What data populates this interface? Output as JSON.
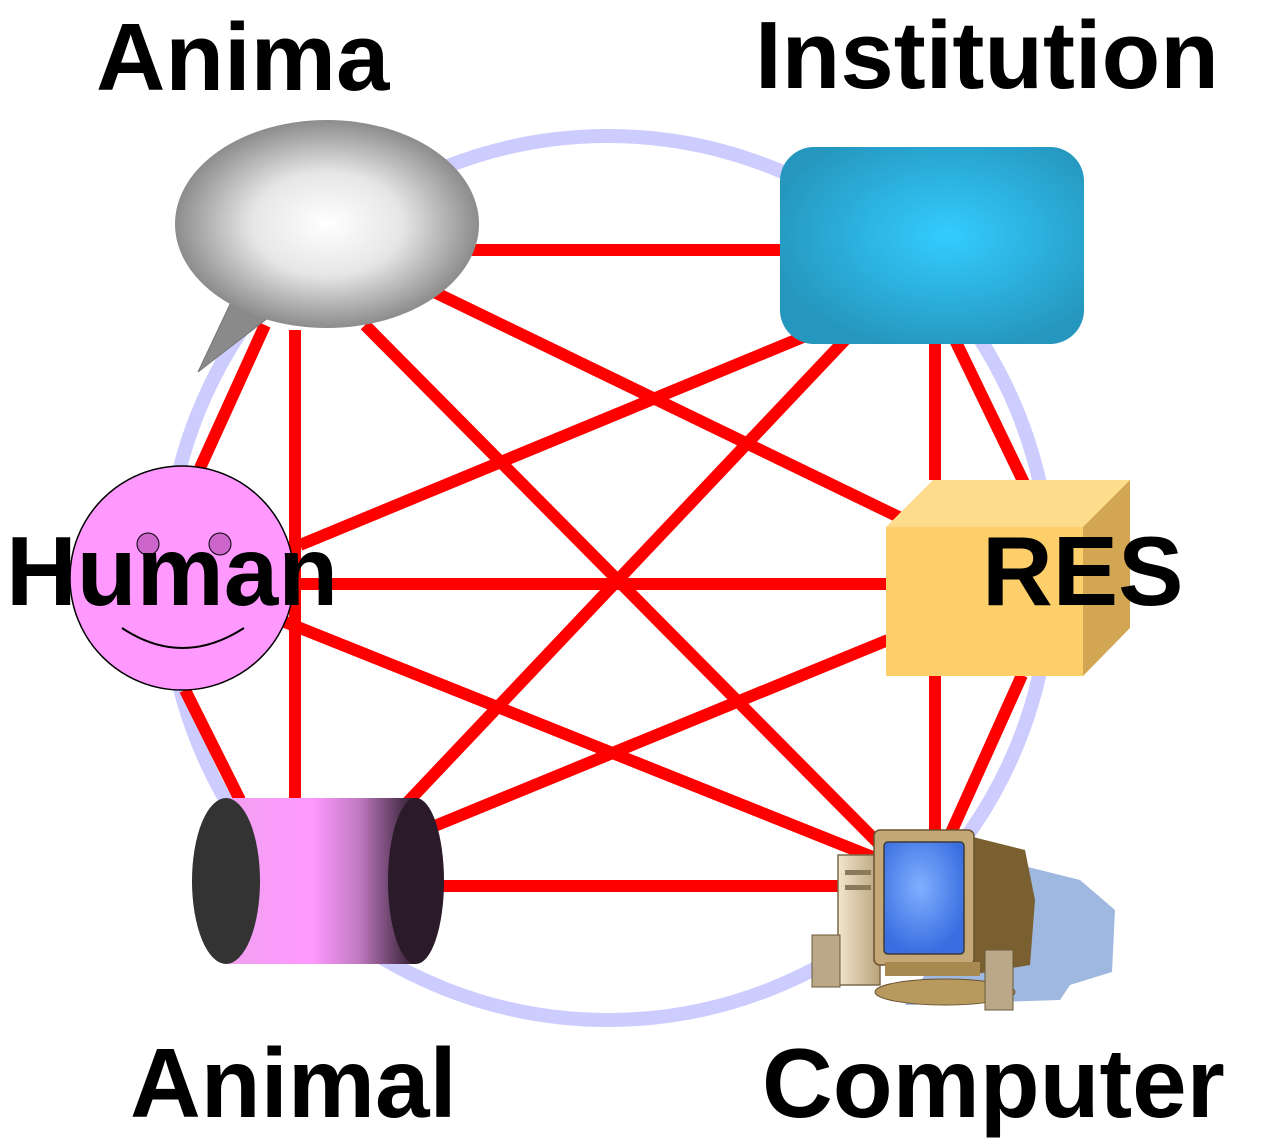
{
  "labels": {
    "anima": "Anima",
    "institution": "Institution",
    "human": "Human",
    "res": "RES",
    "animal": "Animal",
    "computer": "Computer"
  },
  "colors": {
    "link": "#ff0000",
    "ring": "#ccccff",
    "anima_bubble": "#9a9a9a",
    "institution_box": "#2ea6cc",
    "res_cube": "#fccf6a",
    "human_face": "#ff99ff",
    "animal_cylinder": "#f89cf8",
    "computer_screen": "#5b8cf0"
  },
  "icons": {
    "anima": "speech-bubble-icon",
    "institution": "rounded-rectangle-icon",
    "human": "smiley-face-icon",
    "res": "cube-icon",
    "animal": "cylinder-icon",
    "computer": "desktop-computer-icon"
  }
}
